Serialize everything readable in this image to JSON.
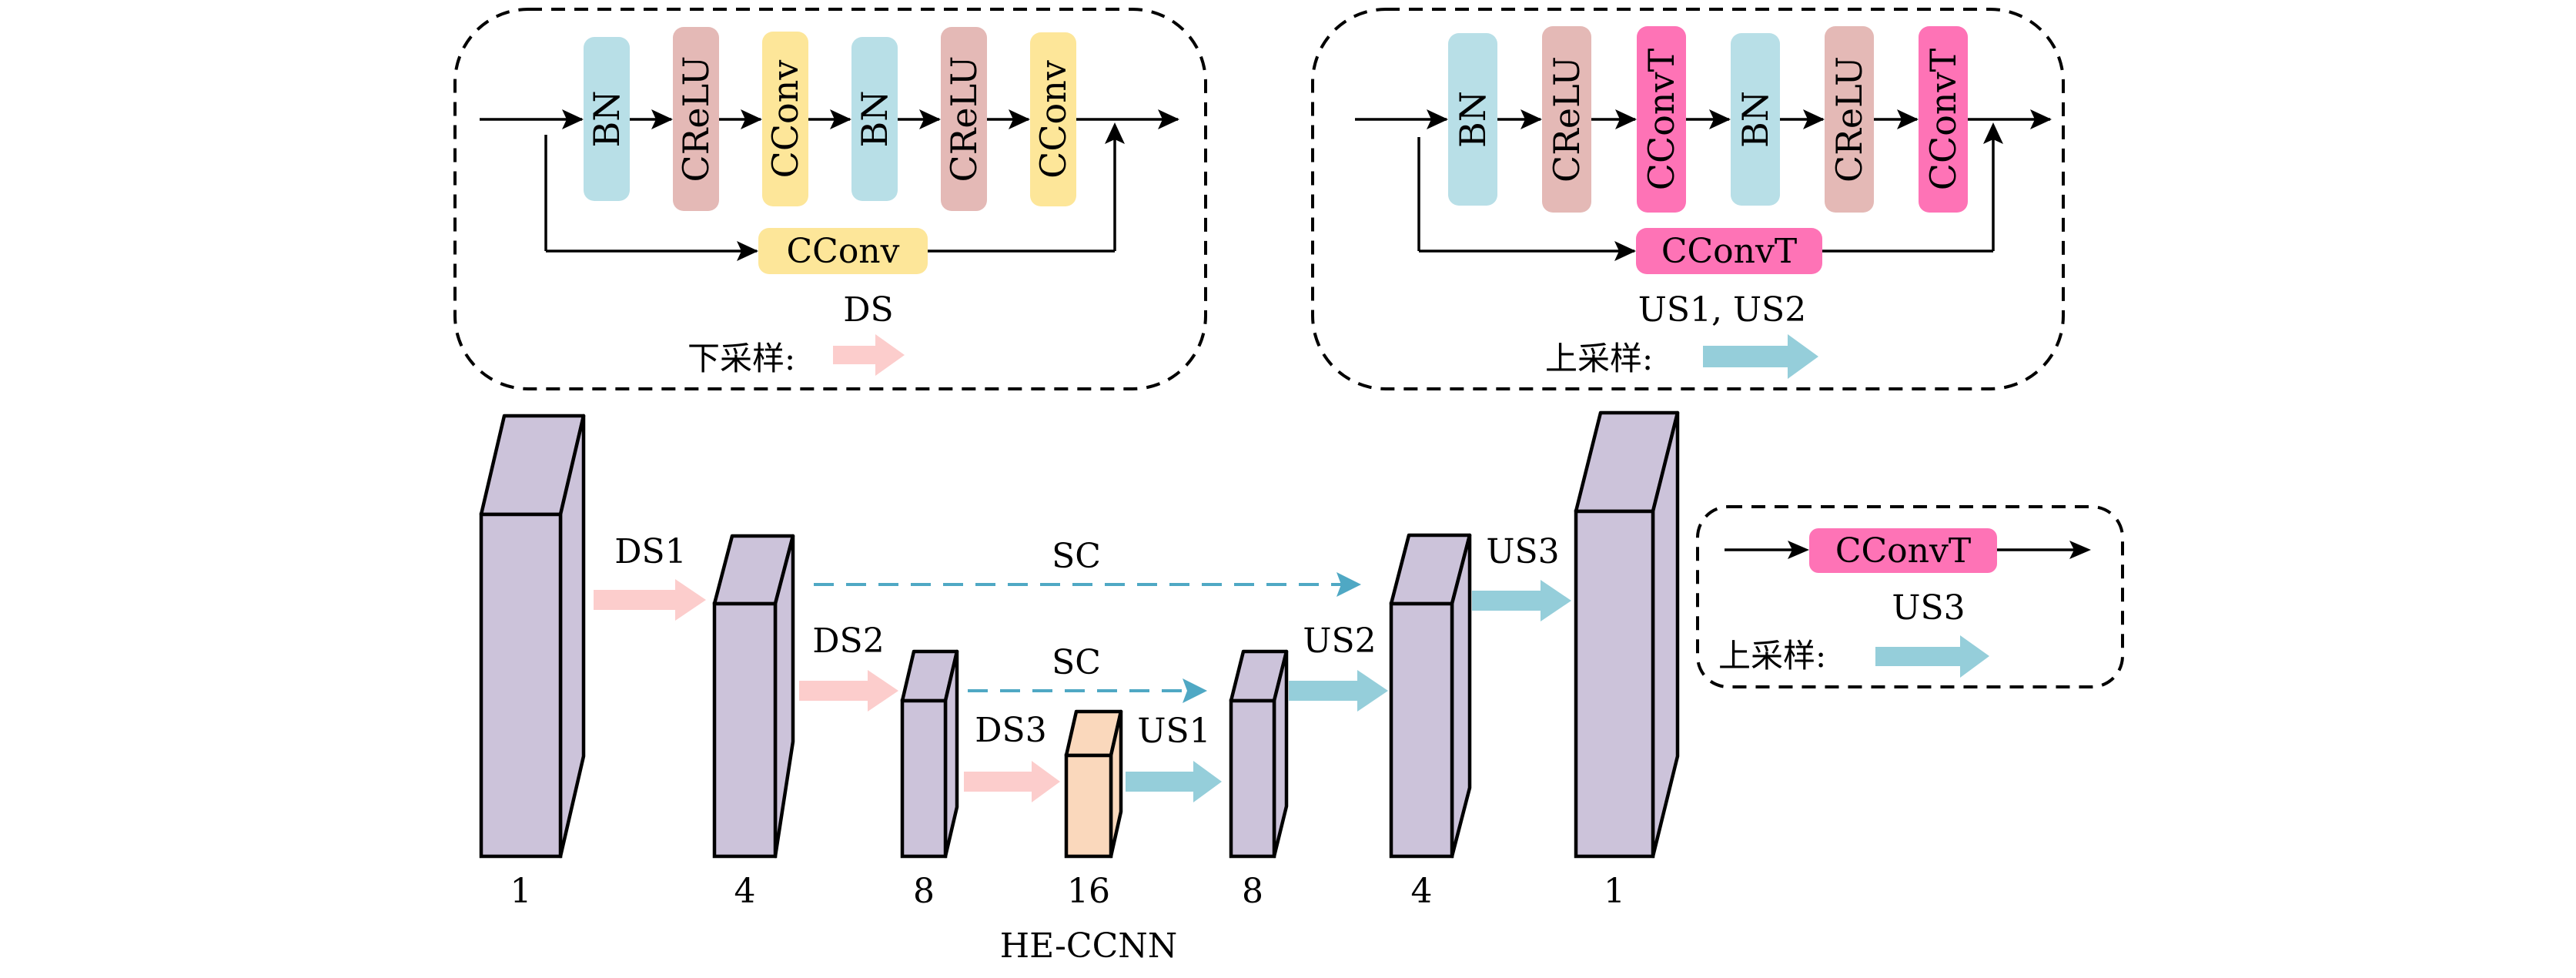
{
  "title": "HE-CCNN",
  "colors": {
    "bn": "#b8dfe7",
    "crelu": "#e4b9b6",
    "cconv": "#fde699",
    "cconvt": "#fe73b6",
    "block": "#ccc3da",
    "bottleneck_block": "#fad8bc",
    "downsample_arrow": "#fccdcc",
    "upsample_arrow": "#95ceda",
    "skip_connection": "#4fa8c4",
    "line": "#000000"
  },
  "ds_module": {
    "layers": [
      "BN",
      "CReLU",
      "CConv",
      "BN",
      "CReLU",
      "CConv"
    ],
    "layer_types": [
      "bn",
      "crelu",
      "cconv",
      "bn",
      "crelu",
      "cconv"
    ],
    "skip_layer": "CConv",
    "skip_type": "cconv",
    "caption": "DS",
    "legend_label": "下采样:"
  },
  "us_module": {
    "layers": [
      "BN",
      "CReLU",
      "CConvT",
      "BN",
      "CReLU",
      "CConvT"
    ],
    "layer_types": [
      "bn",
      "crelu",
      "cconvt",
      "bn",
      "crelu",
      "cconvt"
    ],
    "skip_layer": "CConvT",
    "skip_type": "cconvt",
    "caption": "US1, US2",
    "legend_label": "上采样:"
  },
  "us3_module": {
    "layer": "CConvT",
    "caption": "US3",
    "legend_label": "上采样:"
  },
  "network": {
    "blocks": [
      {
        "label": "1",
        "kind": "feature"
      },
      {
        "label": "4",
        "kind": "feature"
      },
      {
        "label": "8",
        "kind": "feature"
      },
      {
        "label": "16",
        "kind": "bottleneck"
      },
      {
        "label": "8",
        "kind": "feature"
      },
      {
        "label": "4",
        "kind": "feature"
      },
      {
        "label": "1",
        "kind": "feature"
      }
    ],
    "transitions": [
      {
        "label": "DS1",
        "type": "down"
      },
      {
        "label": "DS2",
        "type": "down"
      },
      {
        "label": "DS3",
        "type": "down"
      },
      {
        "label": "US1",
        "type": "up"
      },
      {
        "label": "US2",
        "type": "up"
      },
      {
        "label": "US3",
        "type": "up"
      }
    ],
    "skip_connections": [
      {
        "label": "SC",
        "from_block": 1,
        "to_block": 5
      },
      {
        "label": "SC",
        "from_block": 2,
        "to_block": 4
      }
    ],
    "caption": "HE-CCNN"
  }
}
